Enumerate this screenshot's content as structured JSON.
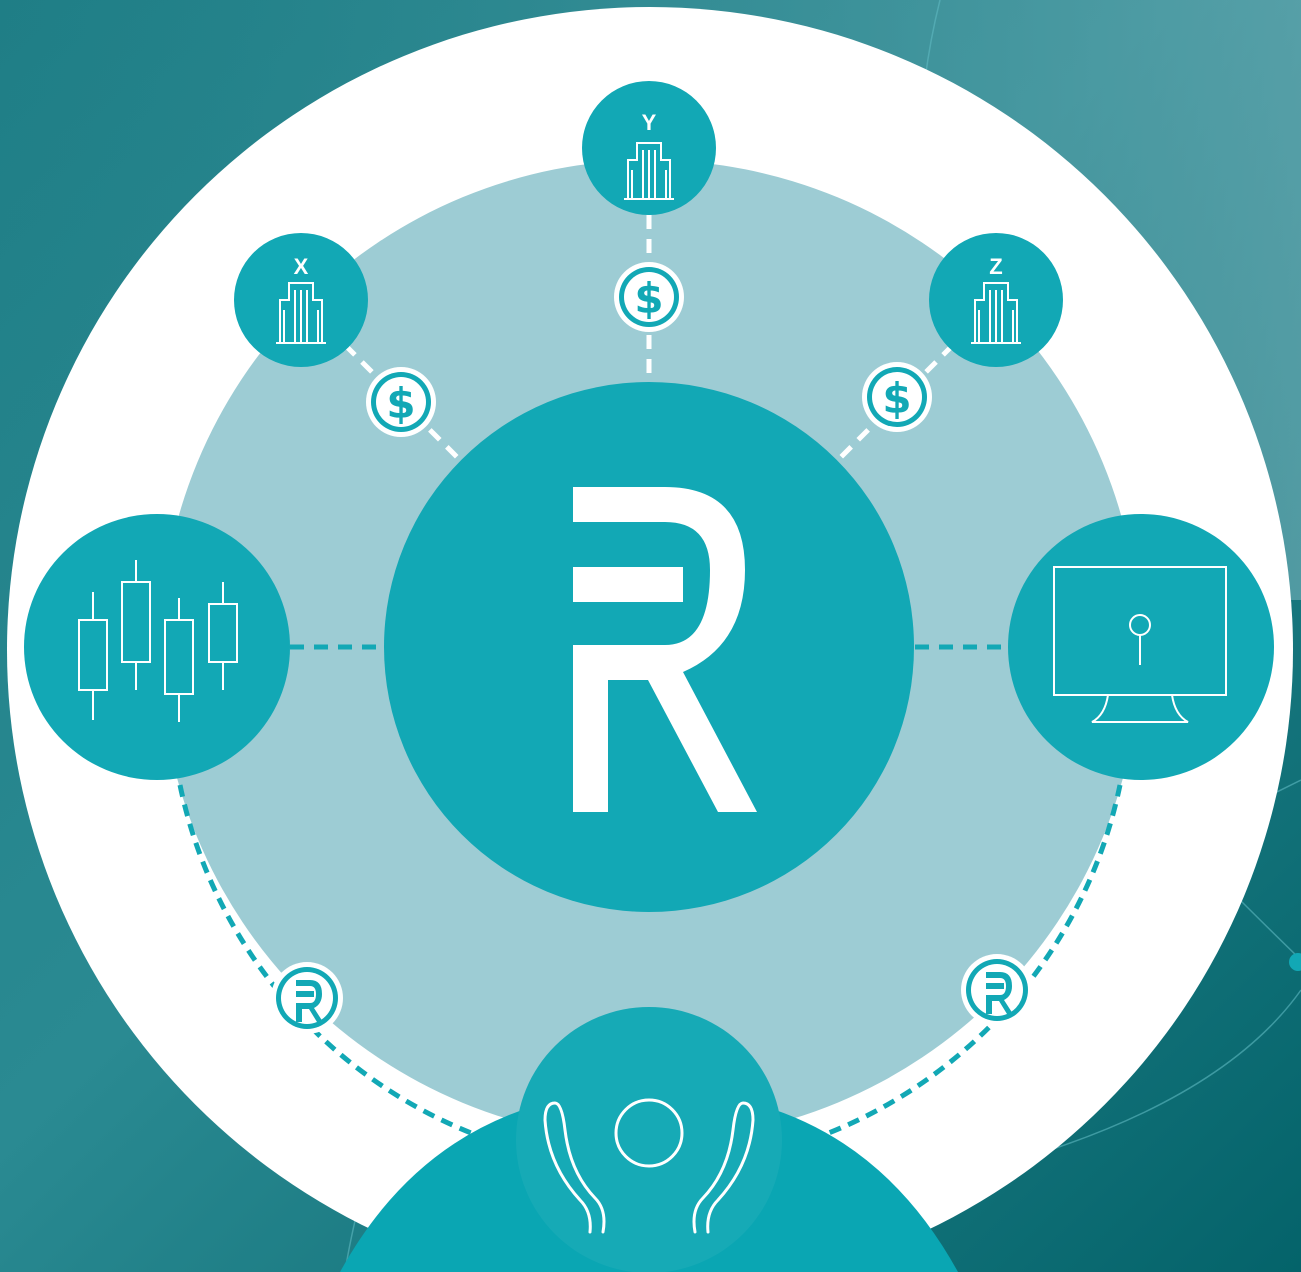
{
  "colors": {
    "teal": "#12a8b5",
    "teal_mid": "#0da0ad",
    "light_ring": "#9dccd4",
    "white": "#ffffff",
    "bg_dark": "#045f66",
    "bg_light": "#5fa5ad"
  },
  "nodes": {
    "hub": {
      "icon": "remitano-logo-icon"
    },
    "bank_x": {
      "label": "X",
      "icon": "bank-building-icon"
    },
    "bank_y": {
      "label": "Y",
      "icon": "bank-building-icon"
    },
    "bank_z": {
      "label": "Z",
      "icon": "bank-building-icon"
    },
    "trading": {
      "icon": "candlestick-chart-icon"
    },
    "platform": {
      "icon": "monitor-key-icon"
    },
    "user": {
      "icon": "happy-person-icon"
    }
  },
  "coins": {
    "dollar_symbol": "$",
    "dollar_icon": "dollar-coin-icon",
    "r_icon": "remitano-coin-icon"
  }
}
